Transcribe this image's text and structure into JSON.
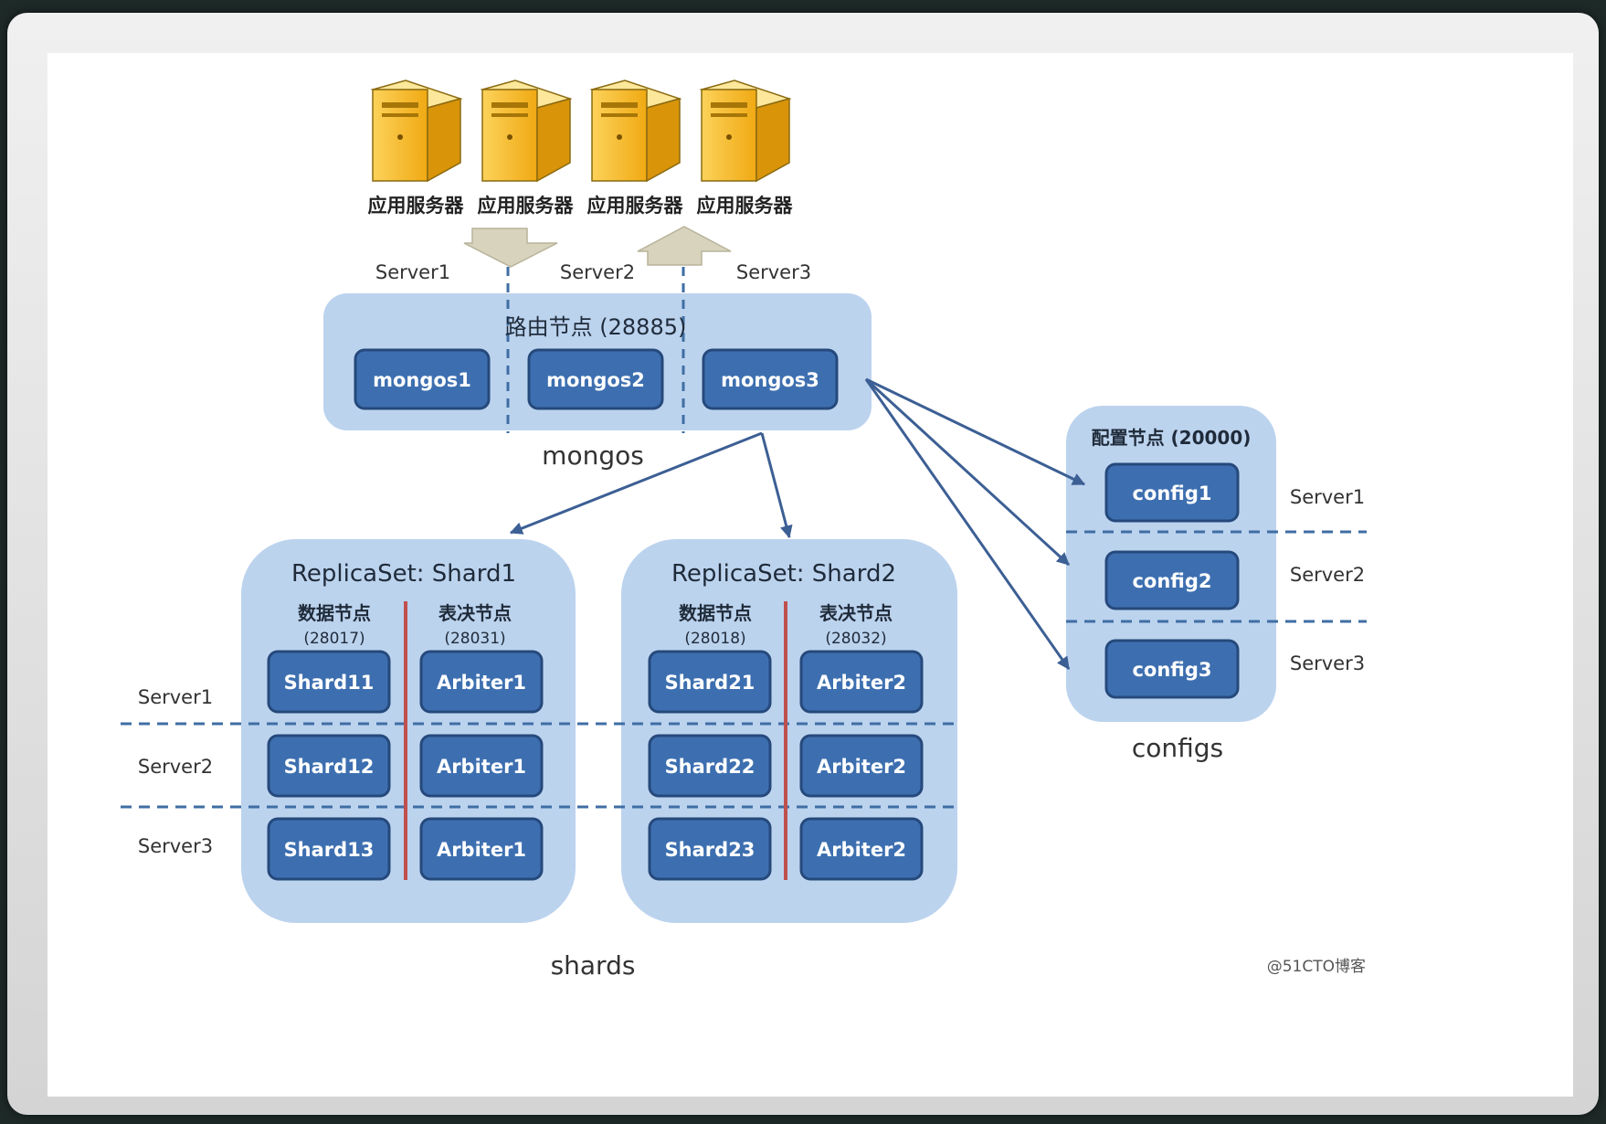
{
  "app_servers": {
    "label": "应用服务器",
    "count": 4
  },
  "routing": {
    "servers": [
      "Server1",
      "Server2",
      "Server3"
    ],
    "title": "路由节点 (28885)",
    "nodes": [
      "mongos1",
      "mongos2",
      "mongos3"
    ],
    "group_label": "mongos"
  },
  "configs": {
    "title": "配置节点 (20000)",
    "nodes": [
      "config1",
      "config2",
      "config3"
    ],
    "servers": [
      "Server1",
      "Server2",
      "Server3"
    ],
    "group_label": "configs"
  },
  "shards": {
    "servers": [
      "Server1",
      "Server2",
      "Server3"
    ],
    "group_label": "shards",
    "sets": [
      {
        "title": "ReplicaSet: Shard1",
        "data_header": "数据节点",
        "data_port": "(28017)",
        "arb_header": "表决节点",
        "arb_port": "(28031)",
        "data_nodes": [
          "Shard11",
          "Shard12",
          "Shard13"
        ],
        "arb_nodes": [
          "Arbiter1",
          "Arbiter1",
          "Arbiter1"
        ]
      },
      {
        "title": "ReplicaSet: Shard2",
        "data_header": "数据节点",
        "data_port": "(28018)",
        "arb_header": "表决节点",
        "arb_port": "(28032)",
        "data_nodes": [
          "Shard21",
          "Shard22",
          "Shard23"
        ],
        "arb_nodes": [
          "Arbiter2",
          "Arbiter2",
          "Arbiter2"
        ]
      }
    ]
  },
  "watermark": "@51CTO博客",
  "colors": {
    "group_fill": "#bcd3ee",
    "node_fill": "#3d6fb0",
    "node_stroke": "#26497c",
    "arrow": "#3c5f94",
    "dash": "#3f6ea4",
    "divider": "#c0504d",
    "server_icon": "#f5b51c"
  }
}
